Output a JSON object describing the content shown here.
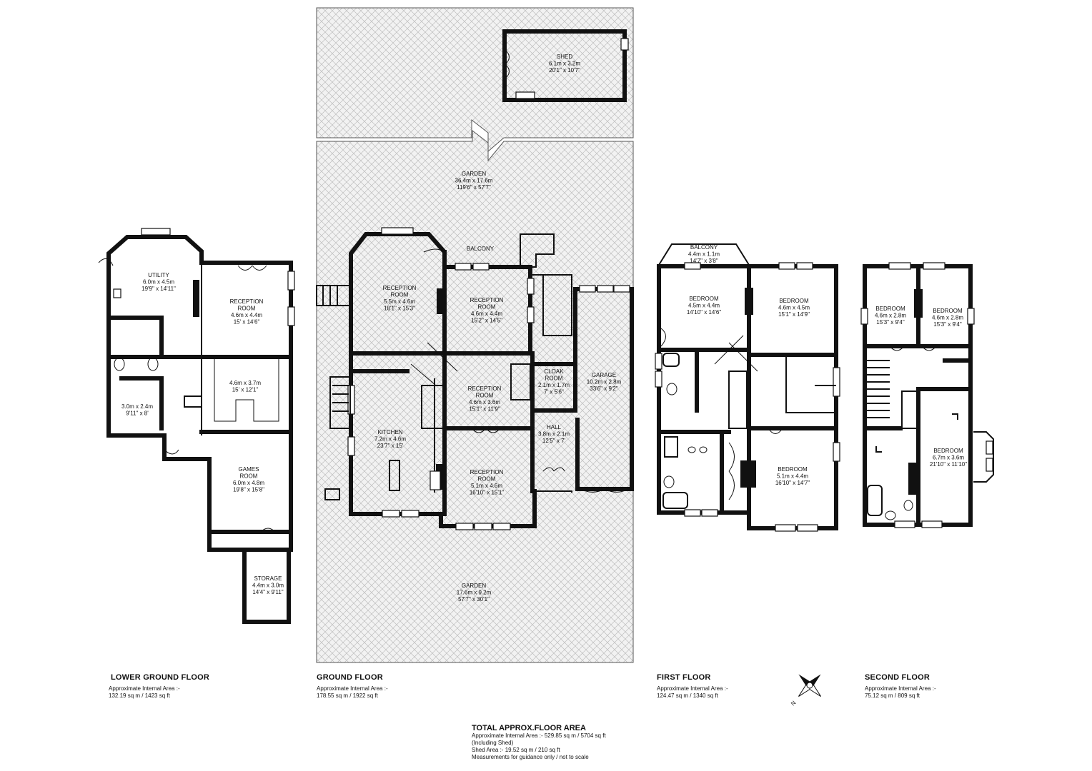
{
  "rooms": {
    "shed": [
      "SHED",
      "6.1m x 3.2m",
      "20'1\" x 10'7\""
    ],
    "garden_top": [
      "GARDEN",
      "36.4m x 17.6m",
      "119'6\" x 57'7\""
    ],
    "garden_bottom": [
      "GARDEN",
      "17.6m x 9.2m",
      "57'7\" x 30'1\""
    ],
    "balcony_ground": [
      "BALCONY"
    ],
    "lg_utility": [
      "UTILITY",
      "6.0m x 4.5m",
      "19'9\" x 14'11\""
    ],
    "lg_reception": [
      "RECEPTION",
      "ROOM",
      "4.6m x 4.4m",
      "15' x 14'6\""
    ],
    "lg_room_mid": [
      "4.6m x 3.7m",
      "15' x 12'1\""
    ],
    "lg_small": [
      "3.0m x 2.4m",
      "9'11\" x 8'"
    ],
    "lg_games": [
      "GAMES",
      "ROOM",
      "6.0m x 4.8m",
      "19'8\" x 15'8\""
    ],
    "lg_storage": [
      "STORAGE",
      "4.4m x 3.0m",
      "14'4\" x 9'11\""
    ],
    "g_reception1": [
      "RECEPTION",
      "ROOM",
      "5.5m x 4.6m",
      "18'1\" x 15'3\""
    ],
    "g_reception2": [
      "RECEPTION",
      "ROOM",
      "4.6m x 4.4m",
      "15'2\" x 14'5\""
    ],
    "g_reception3": [
      "RECEPTION",
      "ROOM",
      "4.6m x 3.6m",
      "15'1\" x 11'9\""
    ],
    "g_reception4": [
      "RECEPTION",
      "ROOM",
      "5.1m x 4.6m",
      "16'10\" x 15'1\""
    ],
    "g_kitchen": [
      "KITCHEN",
      "7.2m x 4.6m",
      "23'7\" x 15'"
    ],
    "g_cloak": [
      "CLOAK",
      "ROOM",
      "2.1m x 1.7m",
      "7' x 5'6\""
    ],
    "g_hall": [
      "HALL",
      "3.8m x 2.1m",
      "12'5\" x 7'"
    ],
    "g_garage": [
      "GARAGE",
      "10.2m x 2.8m",
      "33'6\" x 9'2\""
    ],
    "f_balcony": [
      "BALCONY",
      "4.4m x 1.1m",
      "14'7\" x 3'8\""
    ],
    "f_bedroom1": [
      "BEDROOM",
      "4.5m x 4.4m",
      "14'10\" x 14'6\""
    ],
    "f_bedroom2": [
      "BEDROOM",
      "4.6m x 4.5m",
      "15'1\" x 14'9\""
    ],
    "f_bedroom3": [
      "BEDROOM",
      "5.1m x 4.4m",
      "16'10\" x 14'7\""
    ],
    "s_bedroom1": [
      "BEDROOM",
      "4.6m x 2.8m",
      "15'3\" x 9'4\""
    ],
    "s_bedroom2": [
      "BEDROOM",
      "4.6m x 2.8m",
      "15'3\" x 9'4\""
    ],
    "s_bedroom3": [
      "BEDROOM",
      "6.7m x 3.6m",
      "21'10\" x 11'10\""
    ]
  },
  "floors": {
    "lower_ground": {
      "title": "LOWER GROUND FLOOR",
      "area_label": "Approximate Internal Area :-",
      "area_value": "132.19 sq m / 1423 sq ft"
    },
    "ground": {
      "title": "GROUND FLOOR",
      "area_label": "Approximate Internal Area :-",
      "area_value": "178.55 sq m / 1922 sq ft"
    },
    "first": {
      "title": "FIRST FLOOR",
      "area_label": "Approximate Internal Area :-",
      "area_value": "124.47 sq m / 1340 sq ft"
    },
    "second": {
      "title": "SECOND FLOOR",
      "area_label": "Approximate Internal Area :-",
      "area_value": "75.12 sq m / 809 sq ft"
    }
  },
  "compass": {
    "label": "N"
  },
  "total": {
    "title": "TOTAL APPROX.FLOOR AREA",
    "line1": "Approximate Internal Area :- 529.85 sq m / 5704 sq ft",
    "line2": "(Including Shed)",
    "line3": "Shed Area :- 19.52 sq m / 210 sq ft",
    "line4": "Measurements for guidance only / not to scale"
  }
}
